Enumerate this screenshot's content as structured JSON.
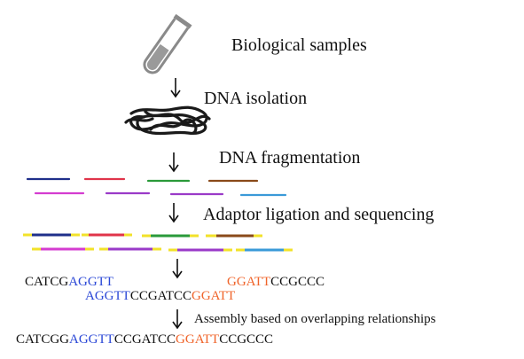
{
  "steps": {
    "biological_samples": "Biological samples",
    "dna_isolation": "DNA isolation",
    "dna_fragmentation": "DNA fragmentation",
    "adaptor_ligation": "Adaptor ligation and sequencing",
    "assembly": "Assembly based on overlapping relationships"
  },
  "reads": {
    "read1": {
      "black": "CATCG",
      "blue": "AGGTT"
    },
    "read2": {
      "orange": "GGATT",
      "black": "CCGCCC"
    },
    "read3": {
      "blue": "AGGTT",
      "black": "CCGATCC",
      "orange": "GGATT"
    }
  },
  "assembled": {
    "part1": "CATCGG",
    "part2": "AGGTT",
    "part3": "CCGATCC",
    "part4": "GGATT",
    "part5": "CCGCCC"
  },
  "icons": {
    "sample": "test-tube-icon",
    "dna": "dna-coil-icon",
    "arrow": "down-arrow-icon"
  },
  "colors": {
    "text": "#111111",
    "blue_seq": "#2a47d6",
    "orange_seq": "#f0642a",
    "adaptor": "#f2e22a",
    "fragment_navy": "#1f2f8a",
    "fragment_red": "#e0344a",
    "fragment_green": "#2a9a3a",
    "fragment_brown": "#8a4a1a",
    "fragment_magenta": "#d43cd0",
    "fragment_purple": "#9a3ac8",
    "fragment_lightblue": "#3a9ad8"
  }
}
